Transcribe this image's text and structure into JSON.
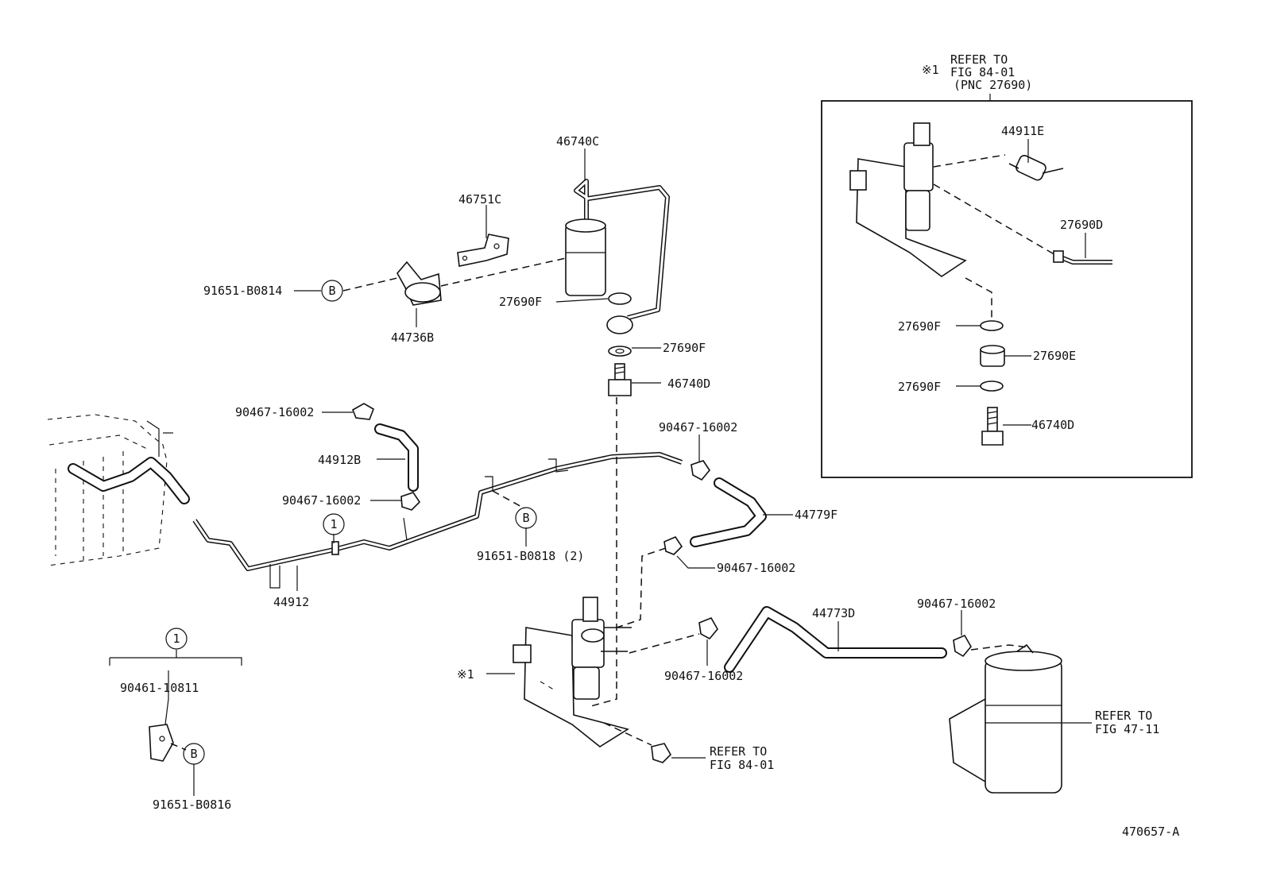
{
  "figure_number": "470657-A",
  "detail_box": {
    "marker": "※1",
    "refer_lines": [
      "REFER TO",
      "FIG 84-01",
      "(PNC 27690)"
    ]
  },
  "circle_markers": {
    "one": "1",
    "b": "B"
  },
  "legend": {
    "header": "1",
    "bolt": "90461-10811",
    "clip": "91651-B0816"
  },
  "labels": {
    "p46740C": "46740C",
    "p46751C": "46751C",
    "p91651_B0814": "91651-B0814",
    "p44736B": "44736B",
    "p27690F_a": "27690F",
    "p27690F_b": "27690F",
    "p46740D_a": "46740D",
    "p90467_a": "90467-16002",
    "p44912B": "44912B",
    "p90467_b": "90467-16002",
    "p44912": "44912",
    "p91651_B0818": "91651-B0818 (2)",
    "p90467_c": "90467-16002",
    "p44779F": "44779F",
    "p90467_d": "90467-16002",
    "p44773D": "44773D",
    "p90467_e": "90467-16002",
    "p90467_f": "90467-16002",
    "p_star1": "※1",
    "refer_84_01": [
      "REFER TO",
      "FIG 84-01"
    ],
    "refer_47_11": [
      "REFER TO",
      "FIG 47-11"
    ],
    "p44911E": "44911E",
    "p27690D": "27690D",
    "p27690F_c": "27690F",
    "p27690E": "27690E",
    "p27690F_d": "27690F",
    "p46740D_b": "46740D"
  }
}
